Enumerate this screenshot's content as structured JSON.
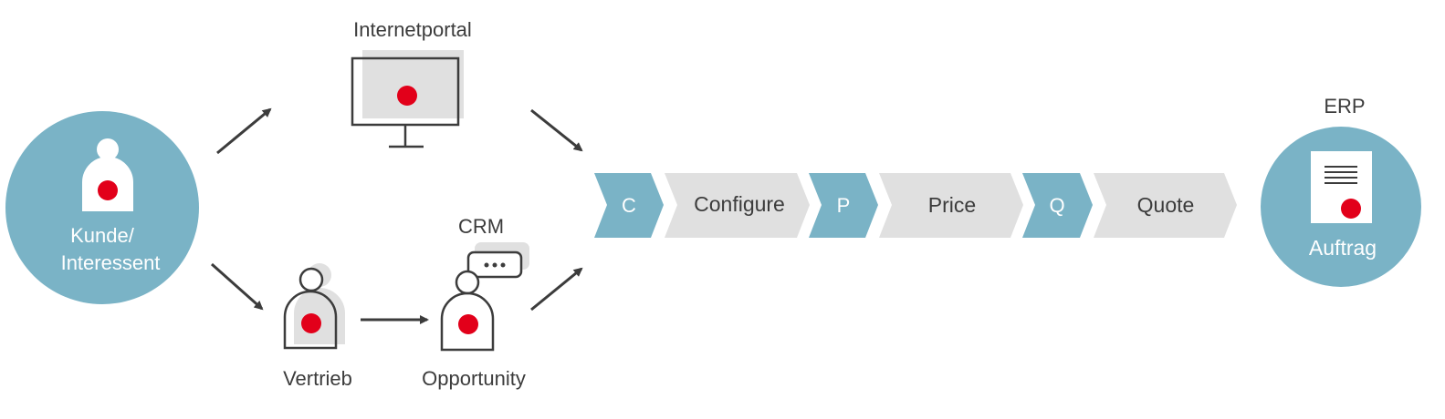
{
  "labels": {
    "customer_line1": "Kunde/",
    "customer_line2": "Interessent",
    "internet_portal": "Internetportal",
    "crm": "CRM",
    "sales": "Vertrieb",
    "opportunity": "Opportunity",
    "erp": "ERP",
    "order": "Auftrag"
  },
  "steps": [
    {
      "letter": "C",
      "label": "Configure"
    },
    {
      "letter": "P",
      "label": "Price"
    },
    {
      "letter": "Q",
      "label": "Quote"
    }
  ],
  "colors": {
    "teal": "#7ab3c6",
    "light_gray": "#e0e0e0",
    "red": "#e2001a",
    "dark": "#3c3c3c"
  },
  "icons": {
    "customer": "person-icon",
    "portal": "monitor-icon",
    "sales": "person-icon",
    "opportunity": "person-chat-icon",
    "order": "document-icon"
  }
}
